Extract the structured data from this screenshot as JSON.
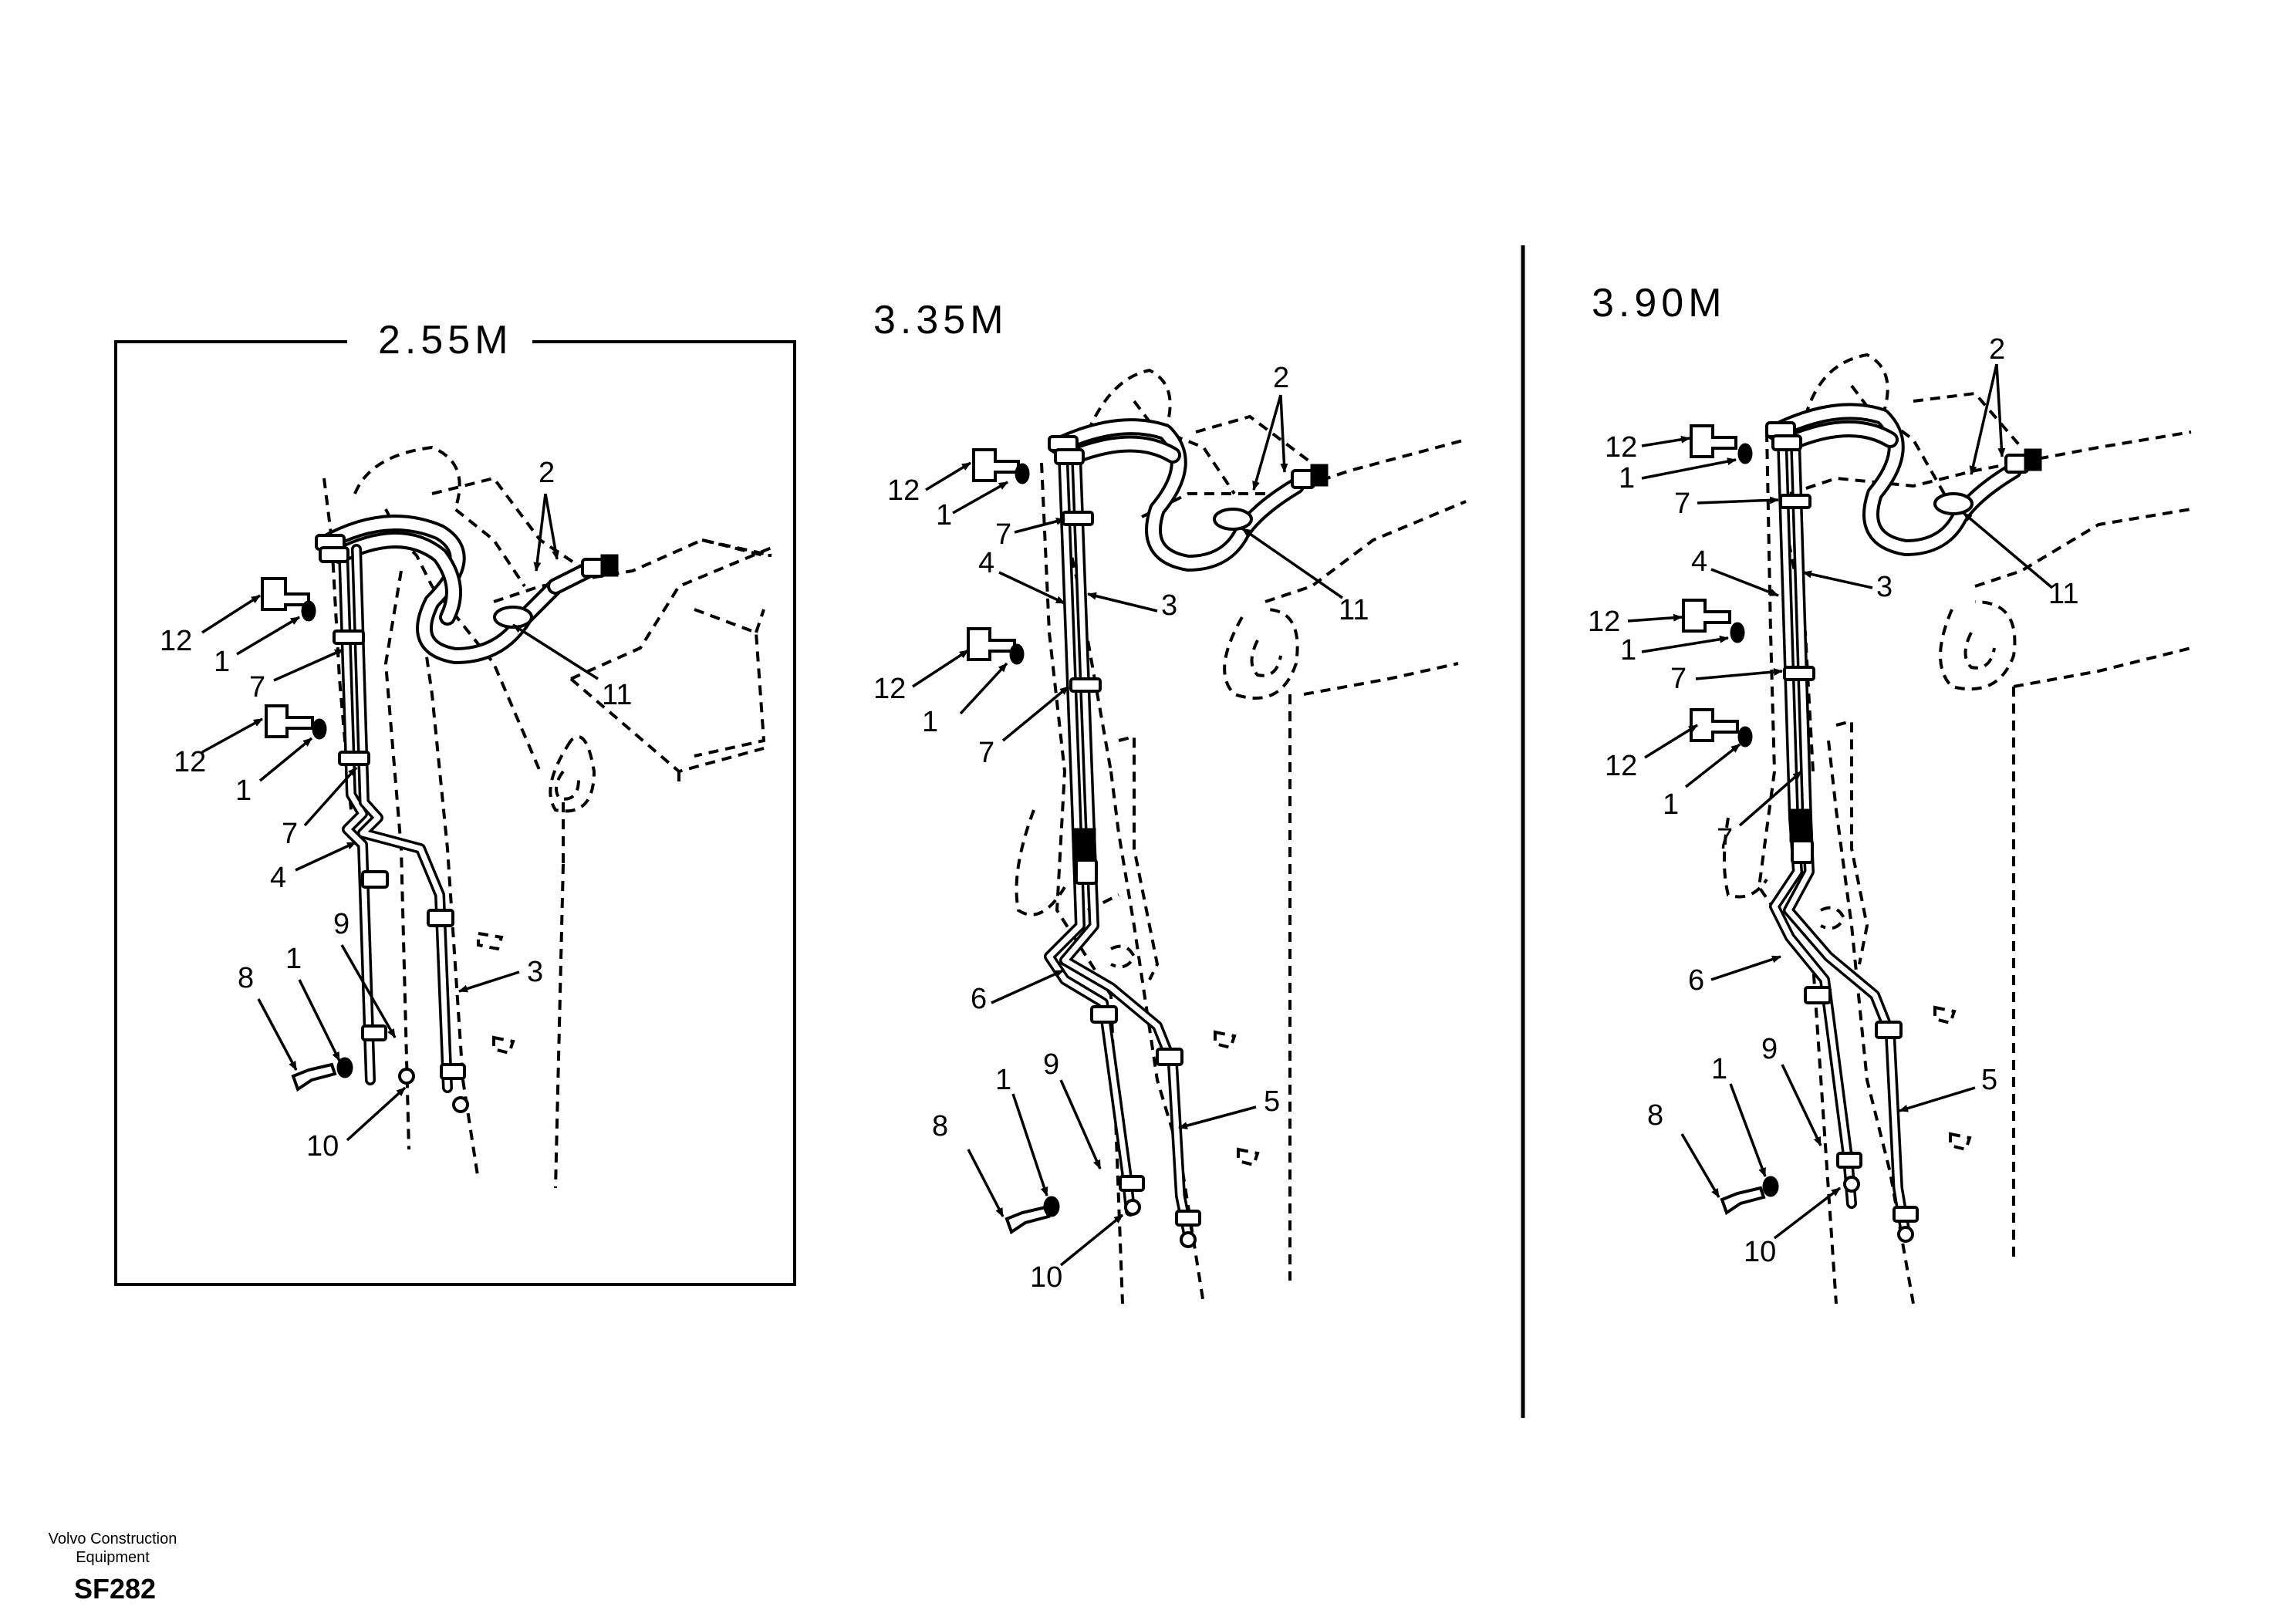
{
  "variants": [
    {
      "label": "2.55M",
      "callouts": {
        "c2": "2",
        "c12a": "12",
        "c1a": "1",
        "c7a": "7",
        "c12b": "12",
        "c1b": "1",
        "c7b": "7",
        "c4": "4",
        "c3": "3",
        "c11": "11",
        "c8": "8",
        "c1c": "1",
        "c9": "9",
        "c10": "10"
      }
    },
    {
      "label": "3.35M",
      "callouts": {
        "c2": "2",
        "c12a": "12",
        "c1a": "1",
        "c7a": "7",
        "c4": "4",
        "c3": "3",
        "c11": "11",
        "c12b": "12",
        "c1b": "1",
        "c7b": "7",
        "c6": "6",
        "c5": "5",
        "c8": "8",
        "c1c": "1",
        "c9": "9",
        "c10": "10"
      }
    },
    {
      "label": "3.90M",
      "callouts": {
        "c2": "2",
        "c12a": "12",
        "c1a": "1",
        "c7a": "7",
        "c4": "4",
        "c3": "3",
        "c11": "11",
        "c12b": "12",
        "c1b": "1",
        "c7b": "7",
        "c12c": "12",
        "c1c": "1",
        "c7c": "7",
        "c6": "6",
        "c5": "5",
        "c8": "8",
        "c1d": "1",
        "c9": "9",
        "c10": "10"
      }
    }
  ],
  "footer": {
    "maker_line1": "Volvo Construction",
    "maker_line2": "Equipment",
    "code": "SF282"
  }
}
